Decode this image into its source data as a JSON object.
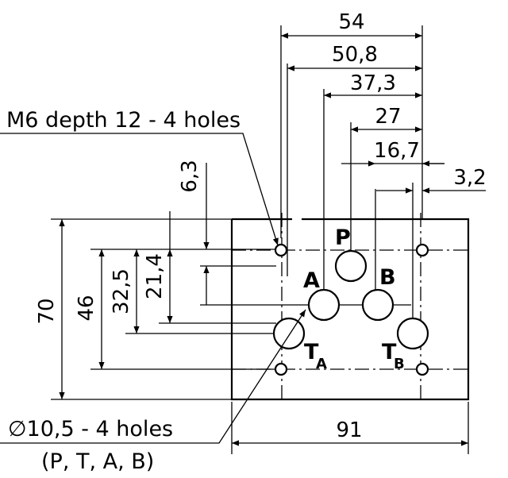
{
  "dimensions": {
    "d54": "54",
    "d50_8": "50,8",
    "d37_3": "37,3",
    "d27": "27",
    "d16_7": "16,7",
    "d3_2": "3,2",
    "d6_3": "6,3",
    "d21_4": "21,4",
    "d32_5": "32,5",
    "d46": "46",
    "d70": "70",
    "d91": "91"
  },
  "notes": {
    "thread": "M6 depth 12 - 4 holes",
    "bore": "∅10,5 - 4 holes",
    "bore_ports": "(P, T, A, B)"
  },
  "ports": {
    "p": "P",
    "a": "A",
    "b": "B",
    "t": "T",
    "ta_sub": "A",
    "tb_sub": "B"
  }
}
